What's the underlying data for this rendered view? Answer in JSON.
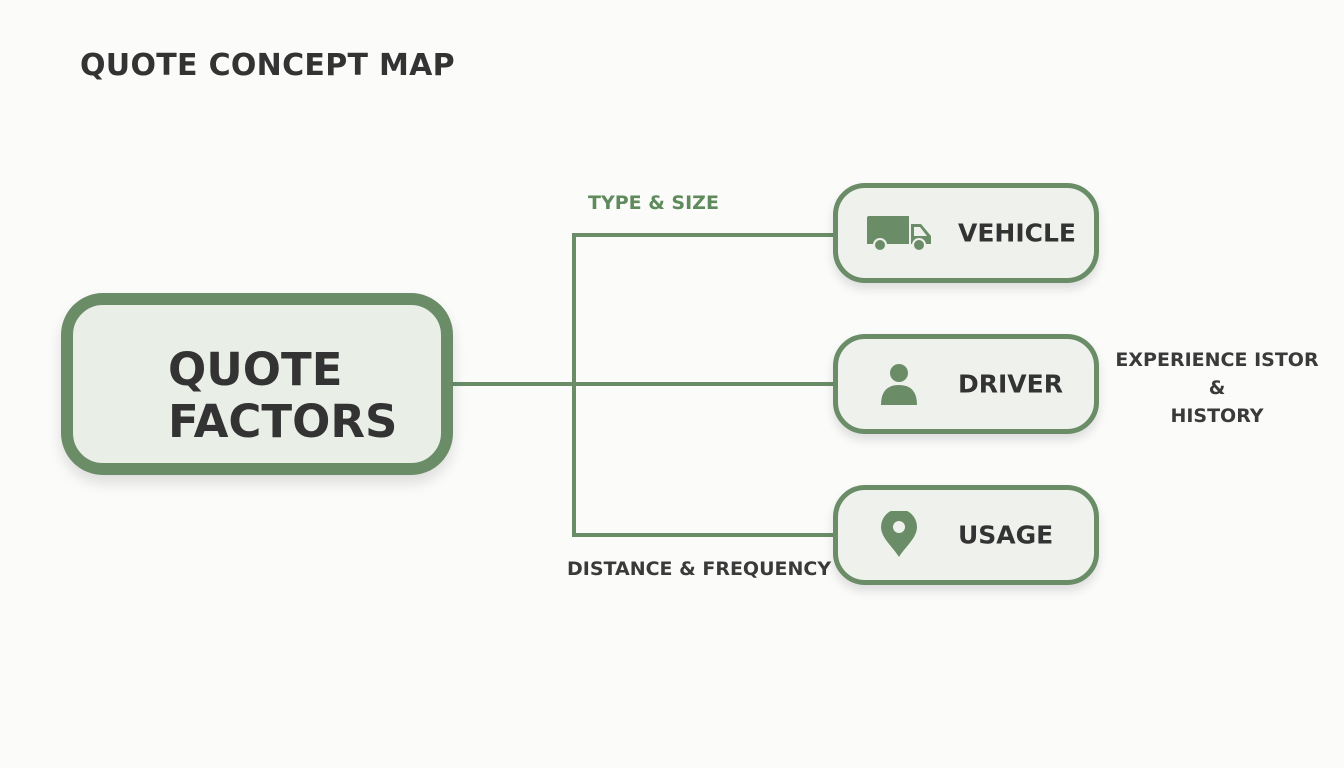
{
  "title": "QUOTE CONCEPT MAP",
  "central_node": {
    "line1": "QUOTE",
    "line2": "FACTORS"
  },
  "nodes": [
    {
      "label": "VEHICLE",
      "icon": "van-icon"
    },
    {
      "label": "DRIVER",
      "icon": "person-icon"
    },
    {
      "label": "USAGE",
      "icon": "location-pin-icon"
    }
  ],
  "edge_labels": {
    "vehicle": "TYPE & SIZE",
    "usage": "DISTANCE & FREQUENCY"
  },
  "driver_note": {
    "line1": "EXPERIENCE ISTOR &",
    "line2": "HISTORY"
  },
  "colors": {
    "accent": "#6a8d67",
    "node_fill": "#eef1ec",
    "text": "#333333"
  }
}
